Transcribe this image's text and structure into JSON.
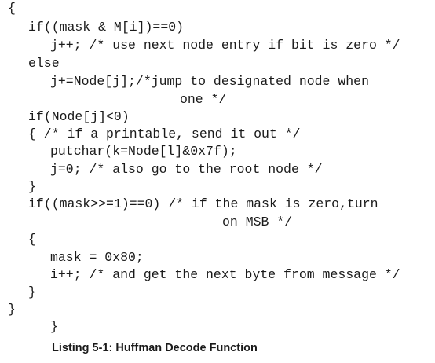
{
  "listing": {
    "lines": [
      "{",
      "if((mask & M[i])==0)",
      "j++; /* use next node entry if bit is zero */",
      "else",
      "j+=Node[j];/*jump to designated node when",
      "one */",
      "if(Node[j]<0)",
      "{ /* if a printable, send it out */",
      "putchar(k=Node[l]&0x7f);",
      "j=0; /* also go to the root node */",
      "}",
      "if((mask>>=1)==0) /* if the mask is zero,turn",
      "on MSB */",
      "{",
      "mask = 0x80;",
      "i++; /* and get the next byte from message */",
      "}",
      "}",
      "}"
    ],
    "caption": "Listing 5-1: Huffman Decode Function"
  }
}
